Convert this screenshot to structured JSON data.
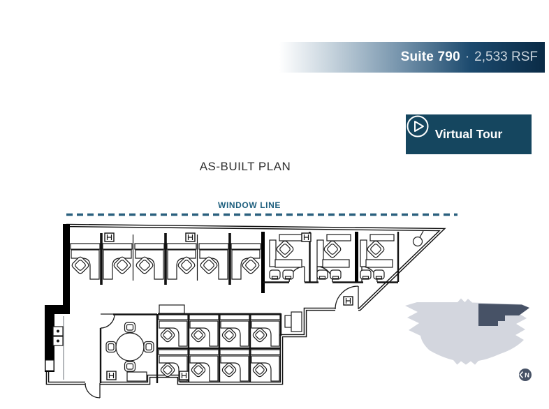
{
  "banner": {
    "suite": "Suite 790",
    "separator": "·",
    "rsf": "2,533 RSF"
  },
  "virtual_tour": {
    "label": "Virtual Tour"
  },
  "plan": {
    "title": "AS-BUILT PLAN",
    "window_line_label": "WINDOW LINE"
  },
  "key_plan": {
    "compass_label": "N"
  },
  "colors": {
    "banner_navy": "#0a2b46",
    "button_navy": "#15465f",
    "window_line_teal": "#2a607e",
    "keyplan_building": "#d3d6de",
    "keyplan_suite": "#475266"
  }
}
